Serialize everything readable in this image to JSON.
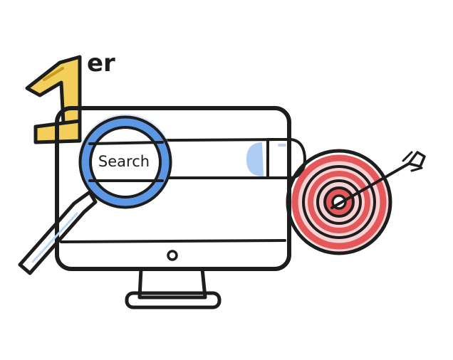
{
  "illustration": {
    "rank": {
      "numeral": "1",
      "suffix": "er"
    },
    "search_label": "Search",
    "colors": {
      "ink": "#1d1d1d",
      "gold": "#f2cf5b",
      "gold_dark": "#c99a1f",
      "blue": "#5b97e4",
      "blue_light": "#8cb8ef",
      "red": "#e4585a",
      "red_light": "#f09a9b",
      "screen": "#ffffff"
    },
    "icons": [
      "number-one-trophy-icon",
      "computer-monitor-icon",
      "magnifying-glass-icon",
      "target-icon",
      "arrow-icon"
    ]
  }
}
